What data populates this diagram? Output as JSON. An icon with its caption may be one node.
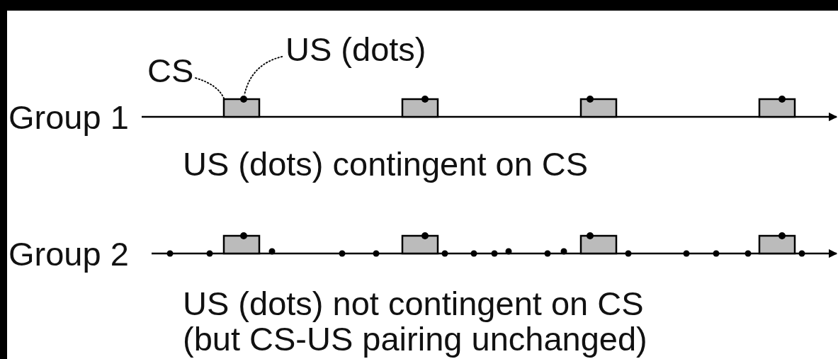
{
  "diagram": {
    "nodes": [
      {
        "text": [
          "CS"
        ]
      },
      {
        "text": [
          "US (dots)"
        ]
      },
      {
        "text": [],
        "shape": "box"
      },
      {
        "text": [],
        "shape": "circle"
      },
      {
        "text": [],
        "shape": "box"
      },
      {
        "text": [],
        "shape": "box"
      },
      {
        "text": [],
        "shape": "box"
      },
      {
        "text": [],
        "shape": "box"
      },
      {
        "text": [],
        "shape": "box"
      },
      {
        "text": [],
        "shape": "box"
      },
      {
        "text": [],
        "shape": "box"
      }
    ],
    "edges": [
      {
        "from": 0,
        "to": 2,
        "arrow": "none"
      },
      {
        "from": 1,
        "to": 3,
        "arrow": "none"
      }
    ],
    "labels": [
      "Group 1",
      "US (dots) contingent on CS",
      "Group 2",
      "US (dots) not contingent on CS",
      "(but CS-US pairing unchanged)"
    ]
  }
}
